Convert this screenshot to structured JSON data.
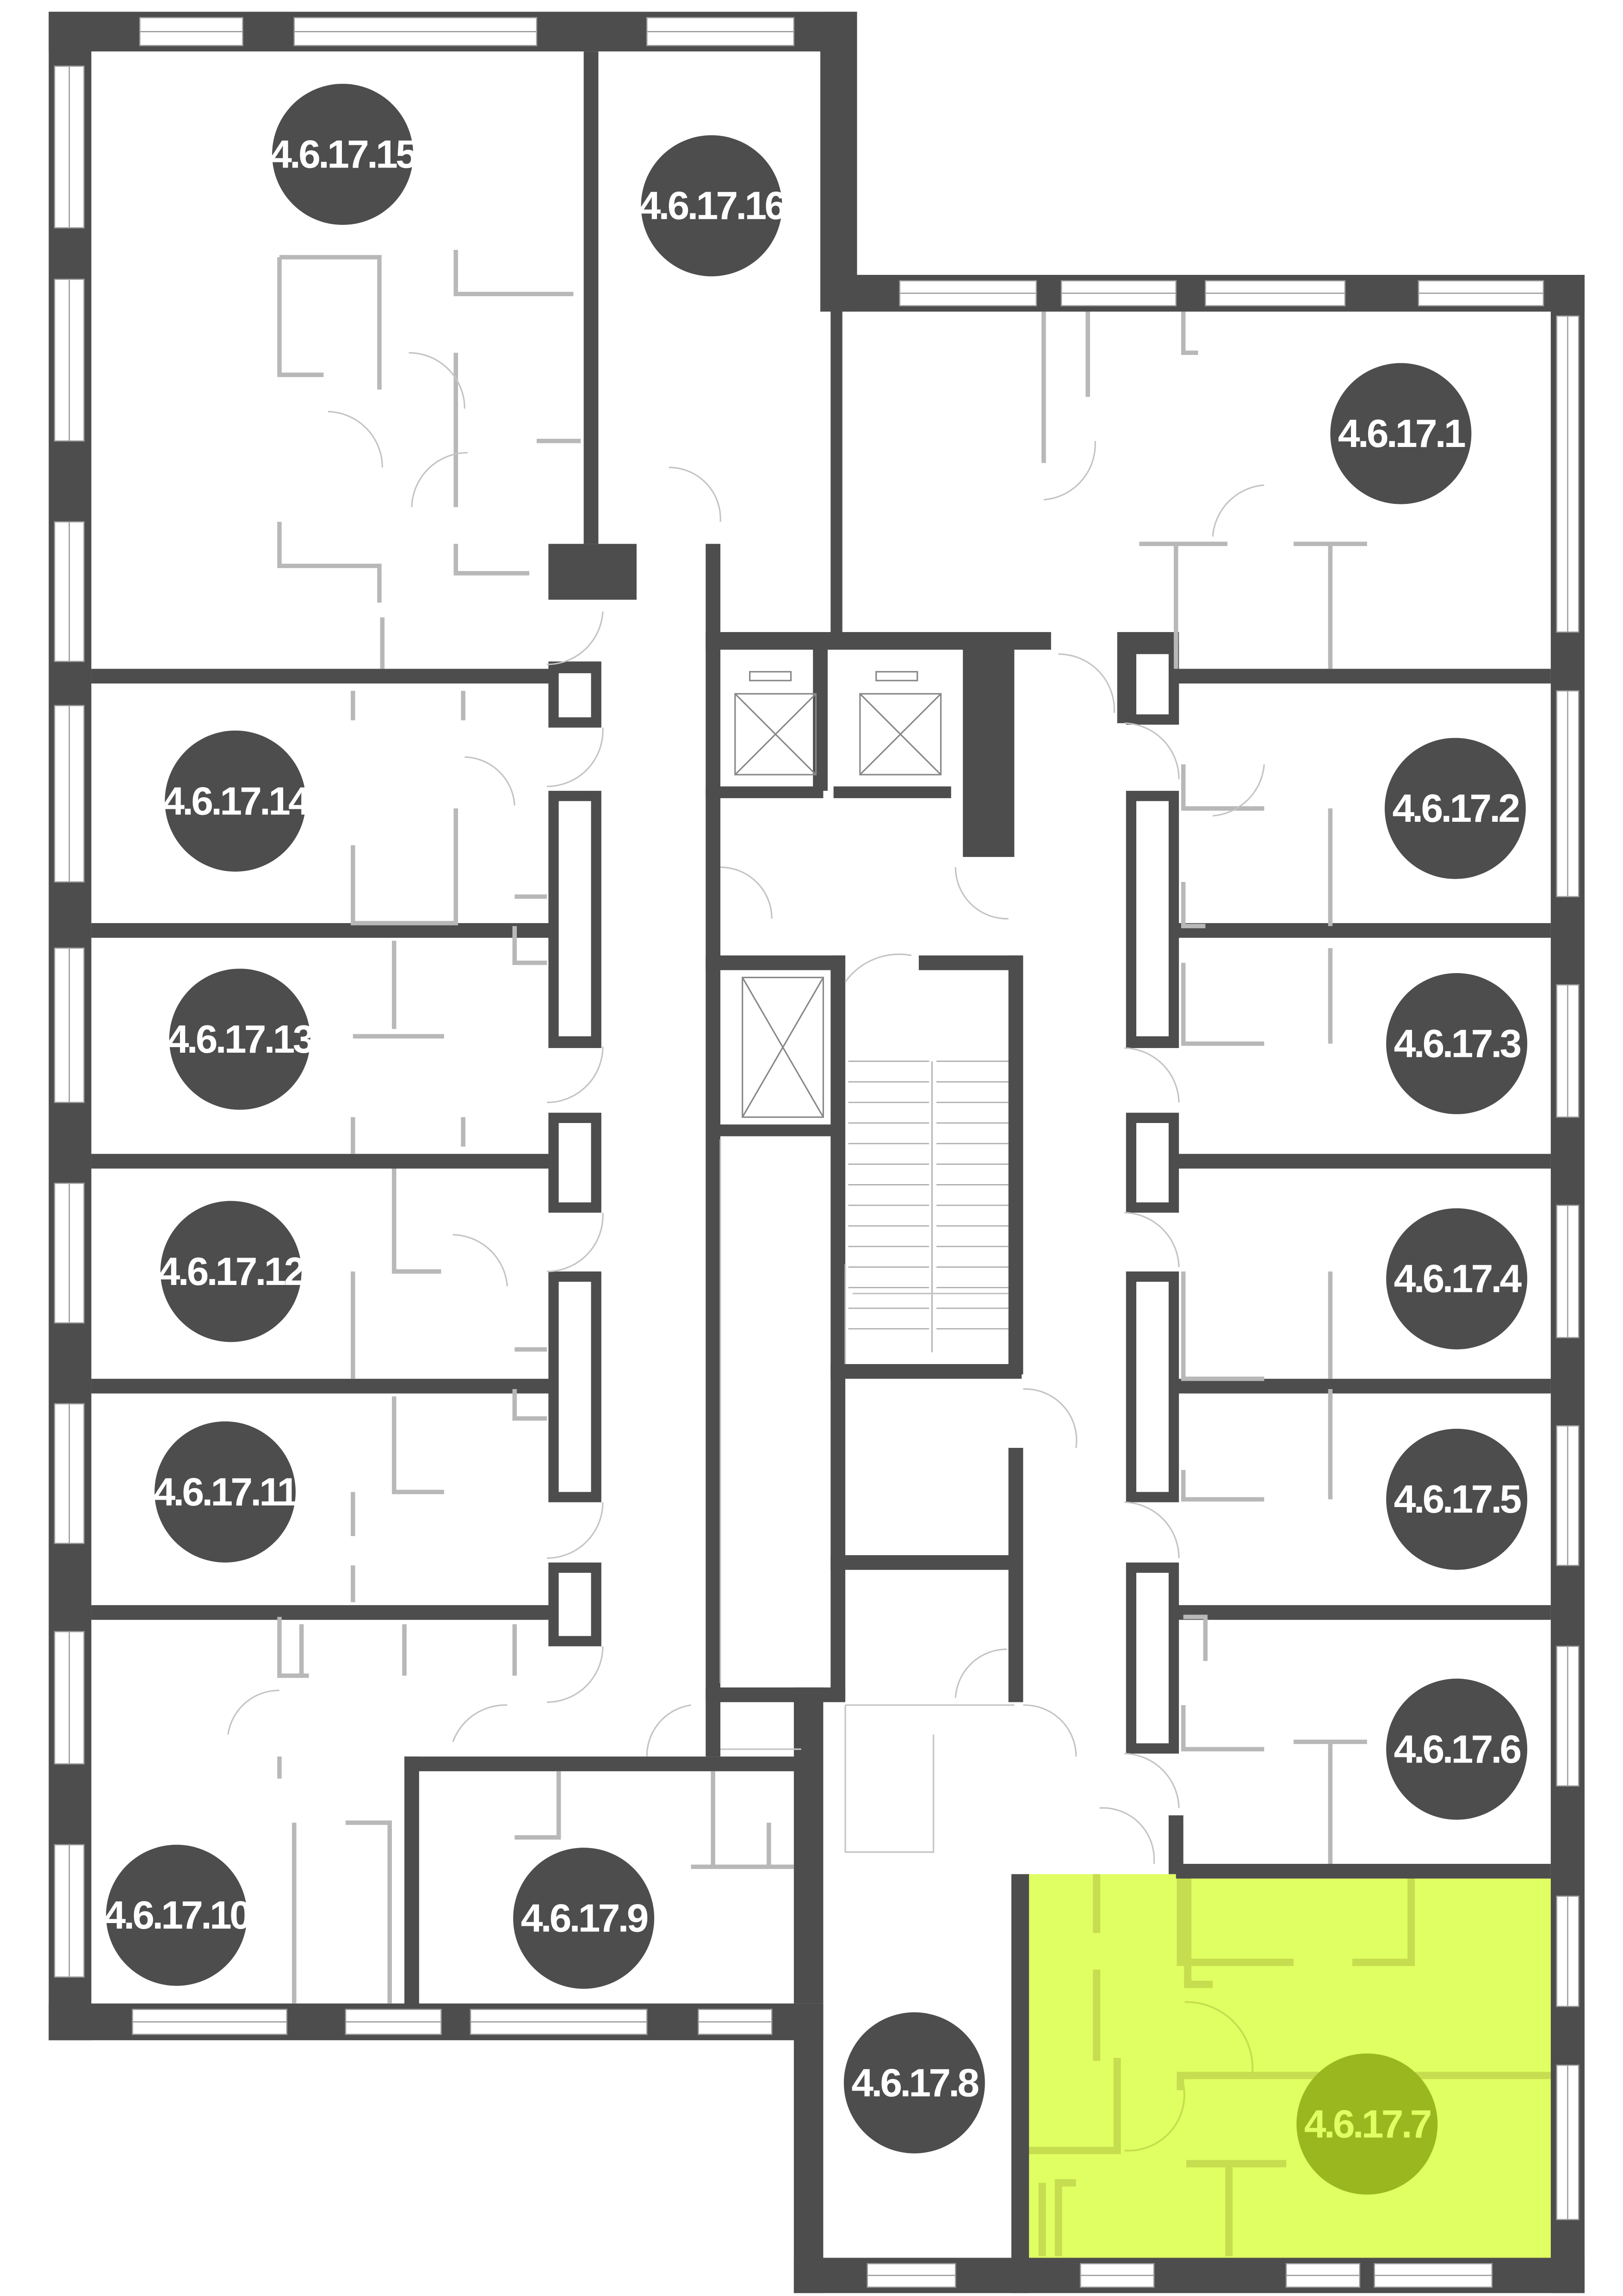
{
  "plan": {
    "colors": {
      "wall": "#4d4d4d",
      "highlight_fill": "#e0ff62",
      "highlight_badge": "#9bb720",
      "badge": "#4d4d4d",
      "badge_text": "#ffffff"
    },
    "selected_unit": "4.6.17.7",
    "units": [
      {
        "id": "u15",
        "label": "4.6.17.15"
      },
      {
        "id": "u16",
        "label": "4.6.17.16"
      },
      {
        "id": "u1",
        "label": "4.6.17.1"
      },
      {
        "id": "u14",
        "label": "4.6.17.14"
      },
      {
        "id": "u2",
        "label": "4.6.17.2"
      },
      {
        "id": "u13",
        "label": "4.6.17.13"
      },
      {
        "id": "u3",
        "label": "4.6.17.3"
      },
      {
        "id": "u12",
        "label": "4.6.17.12"
      },
      {
        "id": "u4",
        "label": "4.6.17.4"
      },
      {
        "id": "u11",
        "label": "4.6.17.11"
      },
      {
        "id": "u5",
        "label": "4.6.17.5"
      },
      {
        "id": "u6",
        "label": "4.6.17.6"
      },
      {
        "id": "u10",
        "label": "4.6.17.10"
      },
      {
        "id": "u9",
        "label": "4.6.17.9"
      },
      {
        "id": "u8",
        "label": "4.6.17.8"
      },
      {
        "id": "u7",
        "label": "4.6.17.7"
      }
    ]
  }
}
